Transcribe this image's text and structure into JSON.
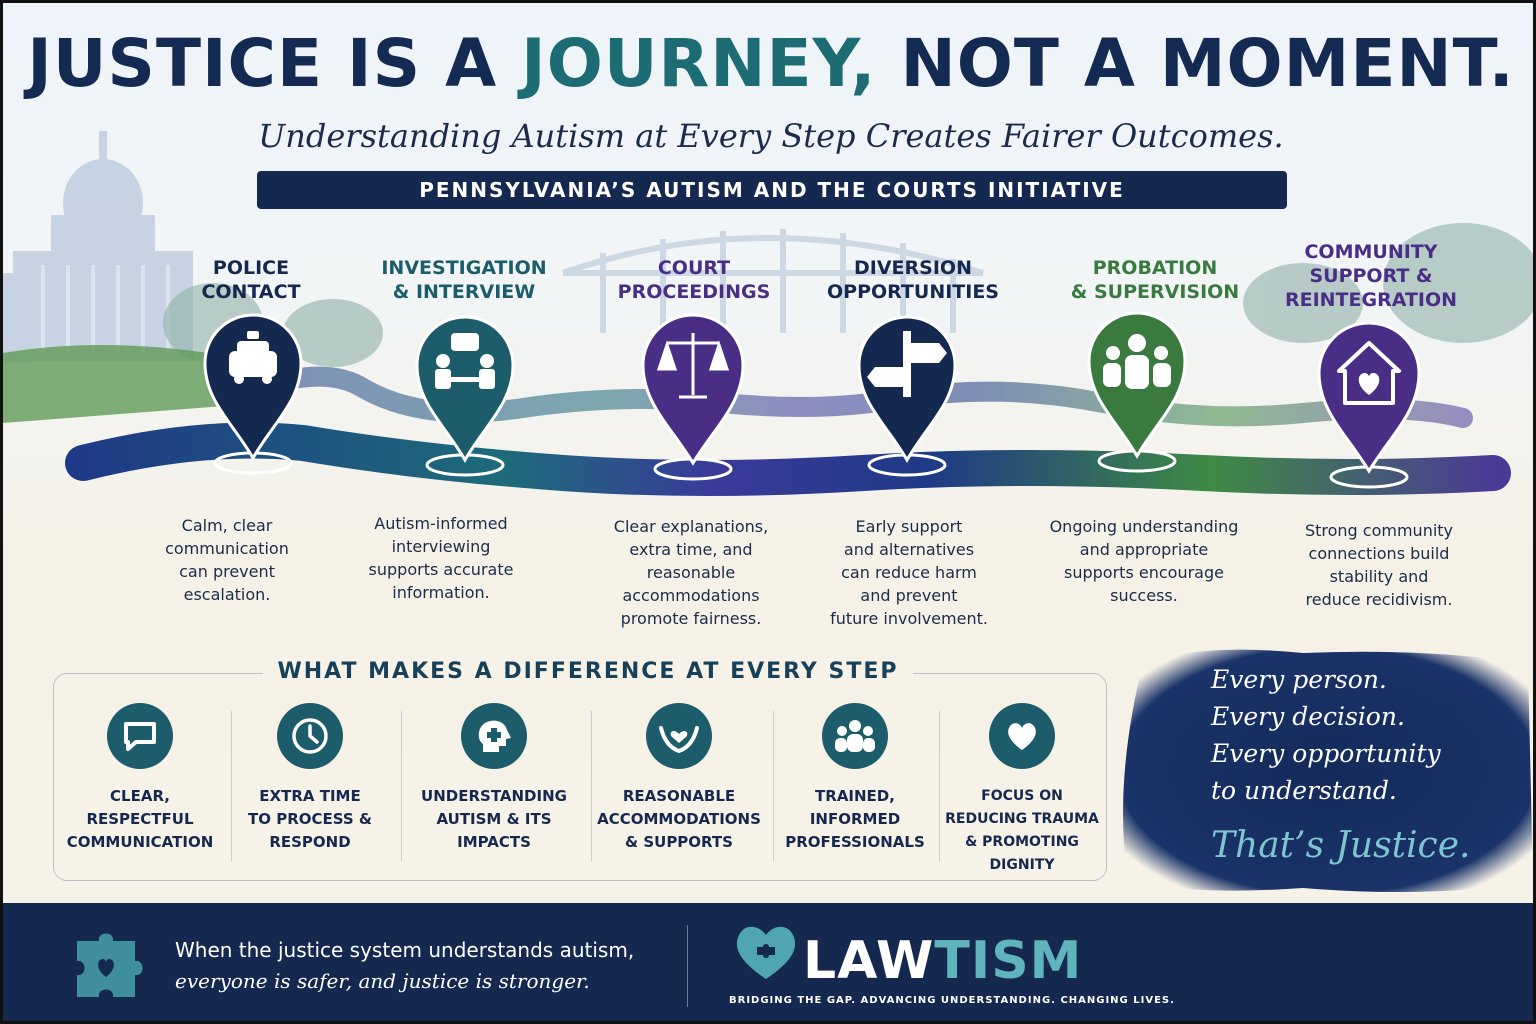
{
  "headline": {
    "part1": "JUSTICE IS A ",
    "accent": "JOURNEY,",
    "part2": " NOT A MOMENT."
  },
  "subhead": "Understanding Autism at Every Step Creates Fairer Outcomes.",
  "banner": "PENNSYLVANIA’S AUTISM AND THE COURTS INITIATIVE",
  "steps": [
    {
      "title_l1": "POLICE",
      "title_l2": "CONTACT",
      "title_l3": "",
      "desc_l1": "Calm, clear",
      "desc_l2": "communication",
      "desc_l3": "can prevent",
      "desc_l4": "escalation.",
      "desc_l5": "",
      "icon": "police-car-icon",
      "color": "#15284f"
    },
    {
      "title_l1": "INVESTIGATION",
      "title_l2": "& INTERVIEW",
      "title_l3": "",
      "desc_l1": "Autism-informed",
      "desc_l2": "interviewing",
      "desc_l3": "supports accurate",
      "desc_l4": "information.",
      "desc_l5": "",
      "icon": "interview-icon",
      "color": "#1d5d6b"
    },
    {
      "title_l1": "COURT",
      "title_l2": "PROCEEDINGS",
      "title_l3": "",
      "desc_l1": "Clear explanations,",
      "desc_l2": "extra time, and",
      "desc_l3": "reasonable",
      "desc_l4": "accommodations",
      "desc_l5": "promote fairness.",
      "icon": "scales-icon",
      "color": "#4a2e86"
    },
    {
      "title_l1": "DIVERSION",
      "title_l2": "OPPORTUNITIES",
      "title_l3": "",
      "desc_l1": "Early support",
      "desc_l2": "and alternatives",
      "desc_l3": "can reduce harm",
      "desc_l4": "and prevent",
      "desc_l5": "future involvement.",
      "icon": "signpost-icon",
      "color": "#15284f"
    },
    {
      "title_l1": "PROBATION",
      "title_l2": "& SUPERVISION",
      "title_l3": "",
      "desc_l1": "Ongoing understanding",
      "desc_l2": "and appropriate",
      "desc_l3": "supports encourage",
      "desc_l4": "success.",
      "desc_l5": "",
      "icon": "group-icon",
      "color": "#3a7a3e"
    },
    {
      "title_l1": "COMMUNITY",
      "title_l2": "SUPPORT &",
      "title_l3": "REINTEGRATION",
      "desc_l1": "Strong community",
      "desc_l2": "connections build",
      "desc_l3": "stability and",
      "desc_l4": "reduce recidivism.",
      "desc_l5": "",
      "icon": "home-heart-icon",
      "color": "#4a2e86"
    }
  ],
  "title_colors": [
    "#15284f",
    "#1d5d6b",
    "#4a2e86",
    "#15284f",
    "#3a7a3e",
    "#4a2e86"
  ],
  "difference": {
    "title": "WHAT MAKES A DIFFERENCE AT EVERY STEP",
    "items": [
      {
        "l1": "CLEAR,",
        "l2": "RESPECTFUL",
        "l3": "COMMUNICATION",
        "icon": "speech-bubble-icon"
      },
      {
        "l1": "EXTRA TIME",
        "l2": "TO PROCESS &",
        "l3": "RESPOND",
        "icon": "clock-icon"
      },
      {
        "l1": "UNDERSTANDING",
        "l2": "AUTISM & ITS",
        "l3": "IMPACTS",
        "icon": "head-puzzle-icon"
      },
      {
        "l1": "REASONABLE",
        "l2": "ACCOMMODATIONS",
        "l3": "& SUPPORTS",
        "icon": "helping-hands-icon"
      },
      {
        "l1": "TRAINED,",
        "l2": "INFORMED",
        "l3": "PROFESSIONALS",
        "icon": "people-icon"
      },
      {
        "l1": "FOCUS ON",
        "l2": "REDUCING TRAUMA",
        "l3": "& PROMOTING DIGNITY",
        "icon": "heart-icon"
      }
    ]
  },
  "quote": {
    "l1": "Every person.",
    "l2": "Every decision.",
    "l3": "Every opportunity",
    "l4": "to understand.",
    "big": "That’s Justice."
  },
  "footer": {
    "l1": "When the justice system understands autism,",
    "l2": "everyone is safer, and justice is stronger.",
    "logo_law": "LAW",
    "logo_tism": "TISM",
    "tagline": "BRIDGING THE GAP. ADVANCING UNDERSTANDING. CHANGING LIVES."
  },
  "colors": {
    "navy": "#15284f",
    "teal": "#1d5d6b",
    "purple": "#4a2e86",
    "green": "#3a7a3e",
    "accent": "#7cc6cf"
  }
}
